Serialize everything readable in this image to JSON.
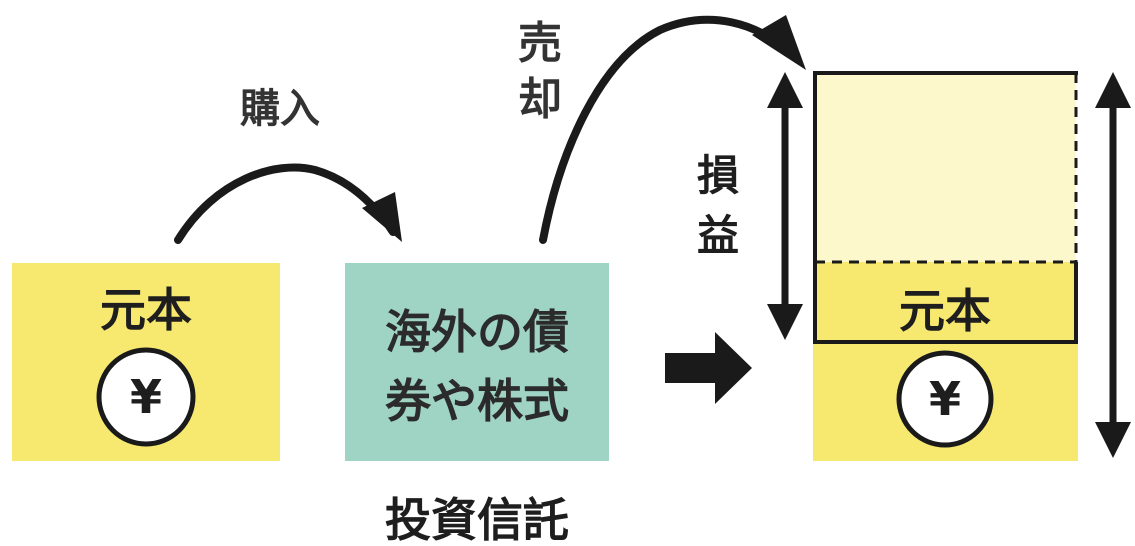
{
  "labels": {
    "purchase": "購入",
    "sale_line1": "売",
    "sale_line2": "却",
    "gain_loss_line1": "損",
    "gain_loss_line2": "益",
    "principal_left": "元本",
    "principal_right": "元本",
    "yen_left": "¥",
    "yen_right": "¥",
    "fund_box_line1": "海外の債",
    "fund_box_line2": "券や株式",
    "investment_trust": "投資信託"
  },
  "colors": {
    "principal_fill": "#f7e96f",
    "fund_fill": "#9fd3c4",
    "gain_fill": "#fdf8cc",
    "stroke": "#1a1a1a"
  }
}
